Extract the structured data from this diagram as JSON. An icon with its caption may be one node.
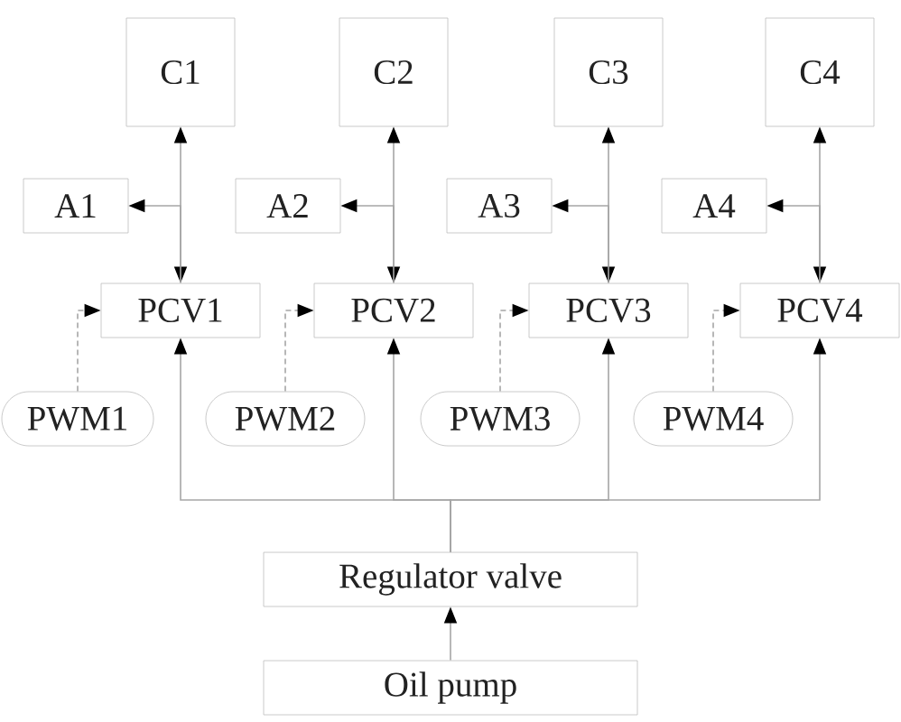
{
  "diagram": {
    "nodes": [
      {
        "text": [
          "C1"
        ]
      },
      {
        "text": [
          "C2"
        ]
      },
      {
        "text": [
          "C3"
        ]
      },
      {
        "text": [
          "C4"
        ]
      },
      {
        "text": [
          "A1"
        ]
      },
      {
        "text": [
          "A2"
        ]
      },
      {
        "text": [
          "A3"
        ]
      },
      {
        "text": [
          "A4"
        ]
      },
      {
        "text": [
          "PCV1"
        ]
      },
      {
        "text": [
          "PCV2"
        ]
      },
      {
        "text": [
          "PCV3"
        ]
      },
      {
        "text": [
          "PCV4"
        ]
      },
      {
        "text": [
          "PWM1"
        ]
      },
      {
        "text": [
          "PWM2"
        ]
      },
      {
        "text": [
          "PWM3"
        ]
      },
      {
        "text": [
          "PWM4"
        ]
      },
      {
        "text": [
          "Regulator valve"
        ]
      },
      {
        "text": [
          "Oil pump"
        ]
      }
    ],
    "edges": [
      {
        "from": 0,
        "to": 8,
        "arrow": "both"
      },
      {
        "from": 1,
        "to": 9,
        "arrow": "both"
      },
      {
        "from": 2,
        "to": 10,
        "arrow": "both"
      },
      {
        "from": 3,
        "to": 11,
        "arrow": "both"
      },
      {
        "from": 8,
        "to": 4,
        "arrow": "to"
      },
      {
        "from": 9,
        "to": 5,
        "arrow": "to"
      },
      {
        "from": 10,
        "to": 6,
        "arrow": "to"
      },
      {
        "from": 11,
        "to": 7,
        "arrow": "to"
      },
      {
        "from": 12,
        "to": 8,
        "arrow": "to",
        "style": "dashed"
      },
      {
        "from": 13,
        "to": 9,
        "arrow": "to",
        "style": "dashed"
      },
      {
        "from": 14,
        "to": 10,
        "arrow": "to",
        "style": "dashed"
      },
      {
        "from": 15,
        "to": 11,
        "arrow": "to",
        "style": "dashed"
      },
      {
        "from": 16,
        "to": 8,
        "arrow": "to"
      },
      {
        "from": 16,
        "to": 9,
        "arrow": "to"
      },
      {
        "from": 16,
        "to": 10,
        "arrow": "to"
      },
      {
        "from": 16,
        "to": 11,
        "arrow": "to"
      },
      {
        "from": 17,
        "to": 16,
        "arrow": "to"
      }
    ]
  }
}
